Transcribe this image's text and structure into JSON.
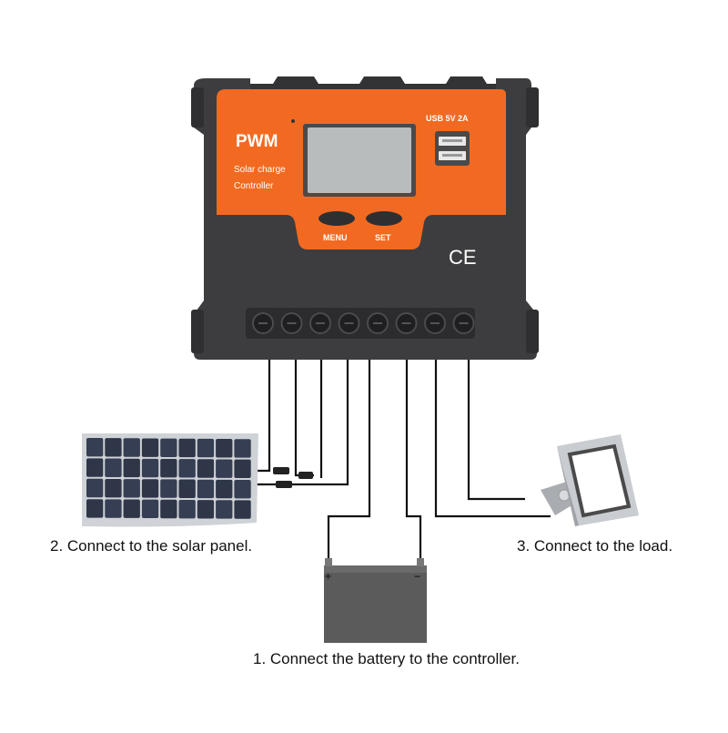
{
  "controller": {
    "brand_label": "PWM",
    "subtitle_line1": "Solar charge",
    "subtitle_line2": "Controller",
    "usb_label": "USB  5V  2A",
    "menu_label": "MENU",
    "set_label": "SET",
    "ce_mark": "CE",
    "colors": {
      "orange": "#f26a22",
      "body": "#3c3c3e",
      "lcd": "#b9bcbd"
    }
  },
  "captions": {
    "solar": "2. Connect to the solar panel.",
    "load": "3. Connect to the load.",
    "battery": "1. Connect the battery to the controller."
  },
  "battery": {
    "plus_symbol": "+",
    "minus_symbol": "−",
    "color": "#5b5b5b"
  }
}
